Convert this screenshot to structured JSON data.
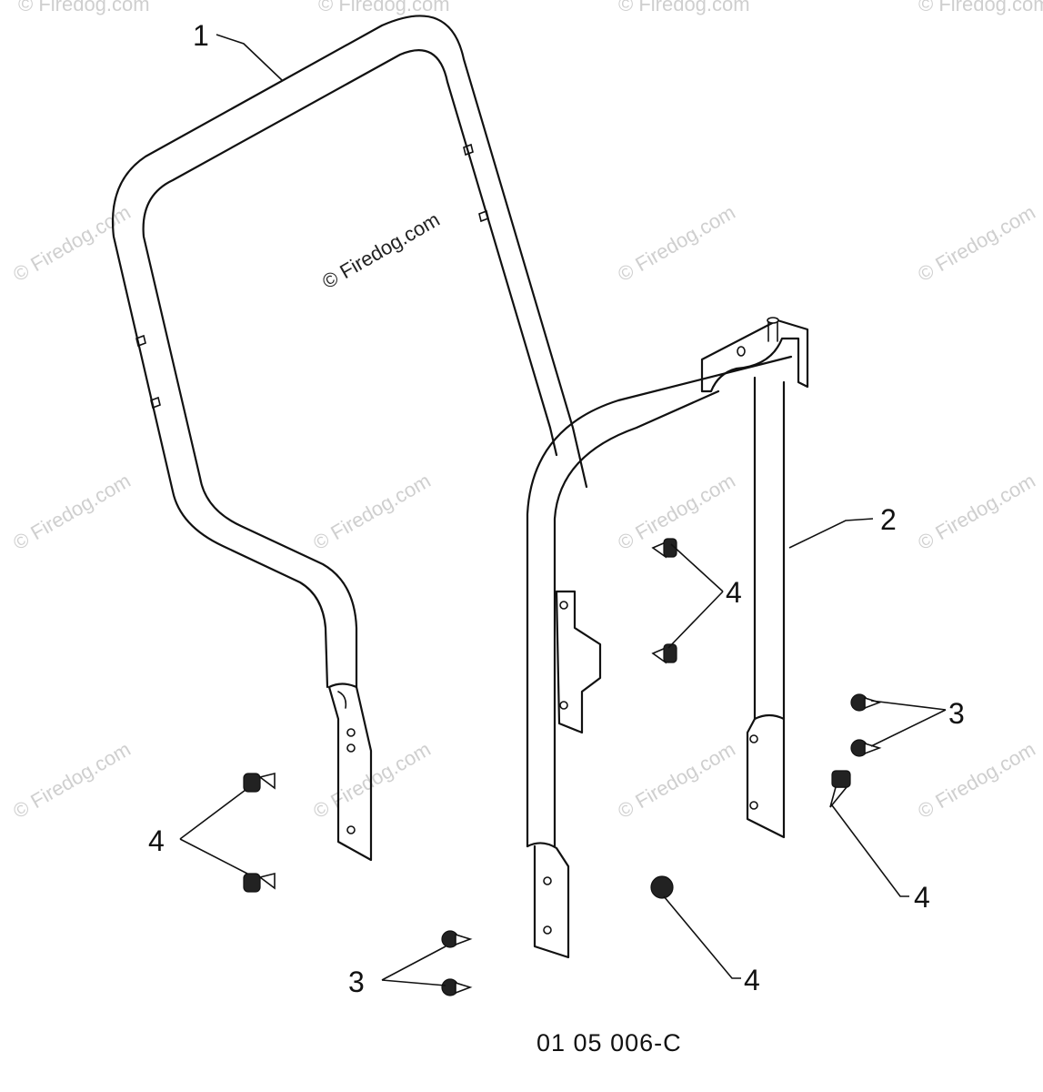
{
  "diagram": {
    "callouts": [
      {
        "id": "c1",
        "text": "1"
      },
      {
        "id": "c2",
        "text": "2"
      },
      {
        "id": "c3a",
        "text": "3"
      },
      {
        "id": "c3b",
        "text": "3"
      },
      {
        "id": "c4a",
        "text": "4"
      },
      {
        "id": "c4b",
        "text": "4"
      },
      {
        "id": "c4c",
        "text": "4"
      },
      {
        "id": "c4d",
        "text": "4"
      }
    ],
    "drawing_code": "01 05 006-C",
    "watermark_main": "© Firedog.com",
    "watermark_faint": "© Firedog.com"
  }
}
